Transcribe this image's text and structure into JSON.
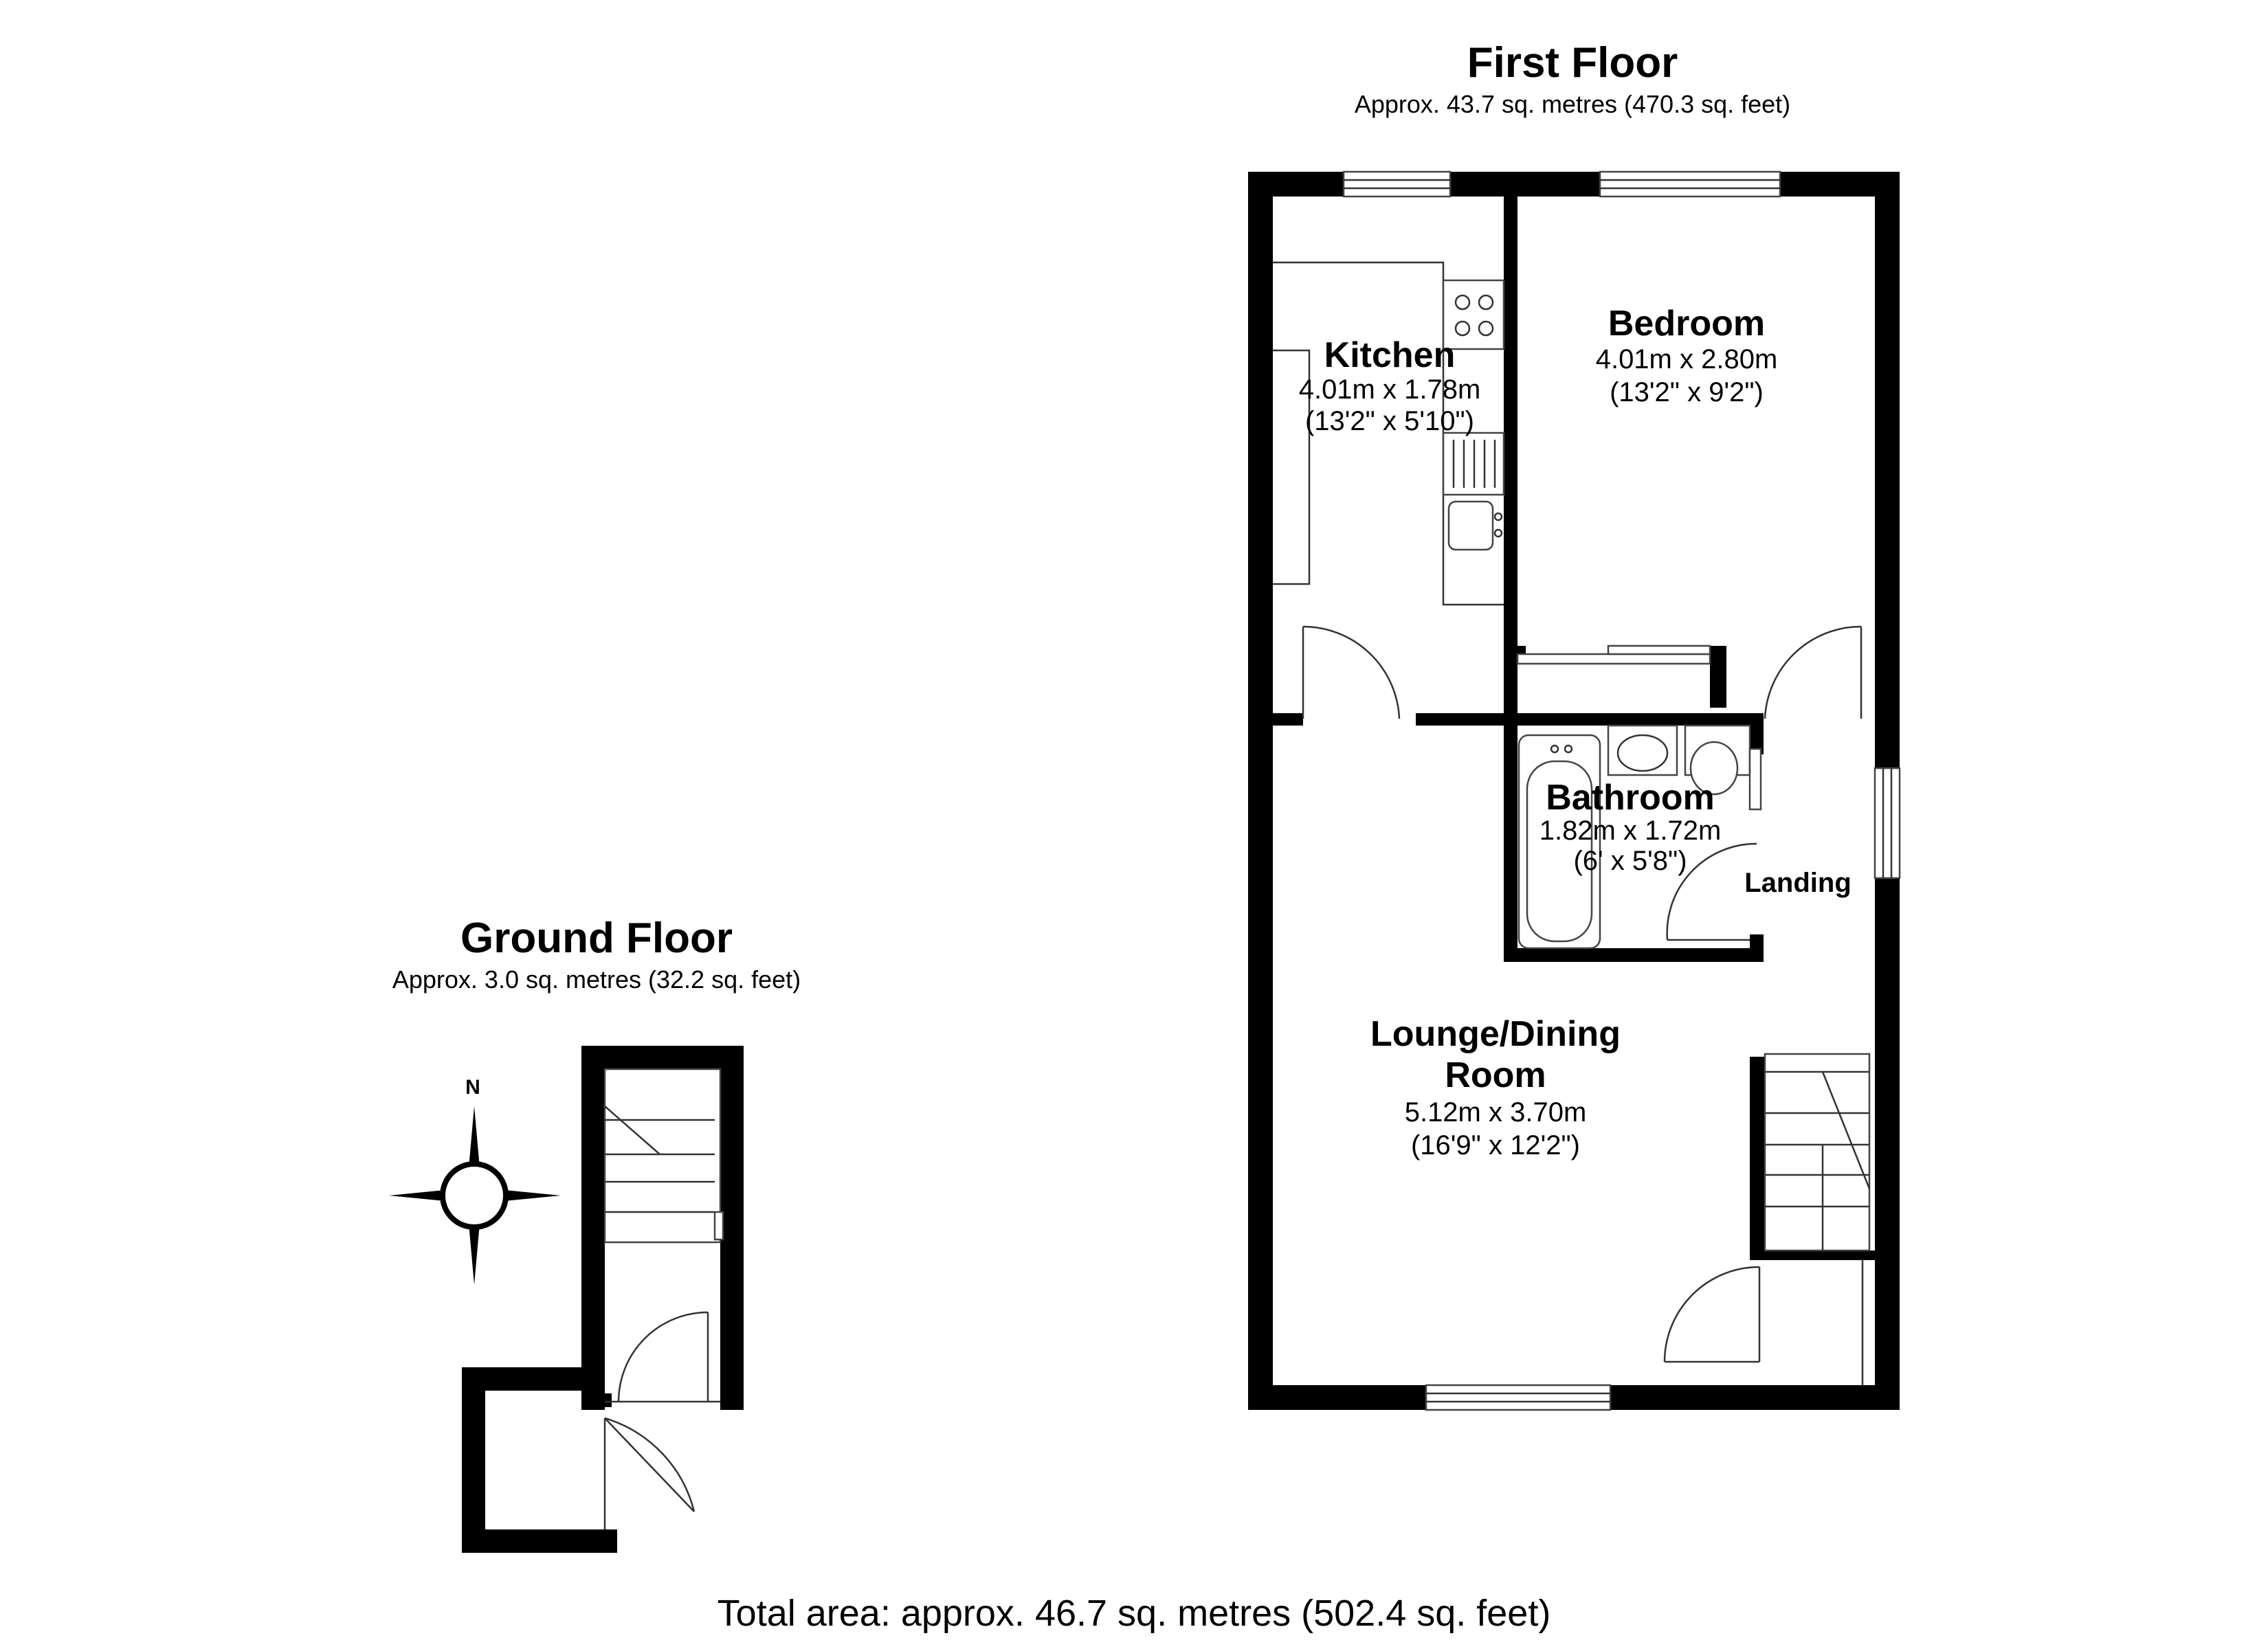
{
  "first_floor": {
    "title": "First Floor",
    "area": "Approx. 43.7 sq. metres (470.3 sq. feet)",
    "rooms": [
      {
        "name": "Kitchen",
        "metric": "4.01m x 1.78m",
        "imperial": "(13'2\" x 5'10\")"
      },
      {
        "name": "Bedroom",
        "metric": "4.01m x 2.80m",
        "imperial": "(13'2\" x 9'2\")"
      },
      {
        "name": "Bathroom",
        "metric": "1.82m x 1.72m",
        "imperial": "(6' x 5'8\")"
      },
      {
        "name_line1": "Lounge/Dining",
        "name_line2": "Room",
        "metric": "5.12m x 3.70m",
        "imperial": "(16'9\" x 12'2\")"
      }
    ],
    "landing": "Landing"
  },
  "ground_floor": {
    "title": "Ground Floor",
    "area": "Approx. 3.0 sq. metres (32.2 sq. feet)"
  },
  "compass": {
    "north_label": "N"
  },
  "total": "Total area: approx. 46.7 sq. metres (502.4 sq. feet)"
}
